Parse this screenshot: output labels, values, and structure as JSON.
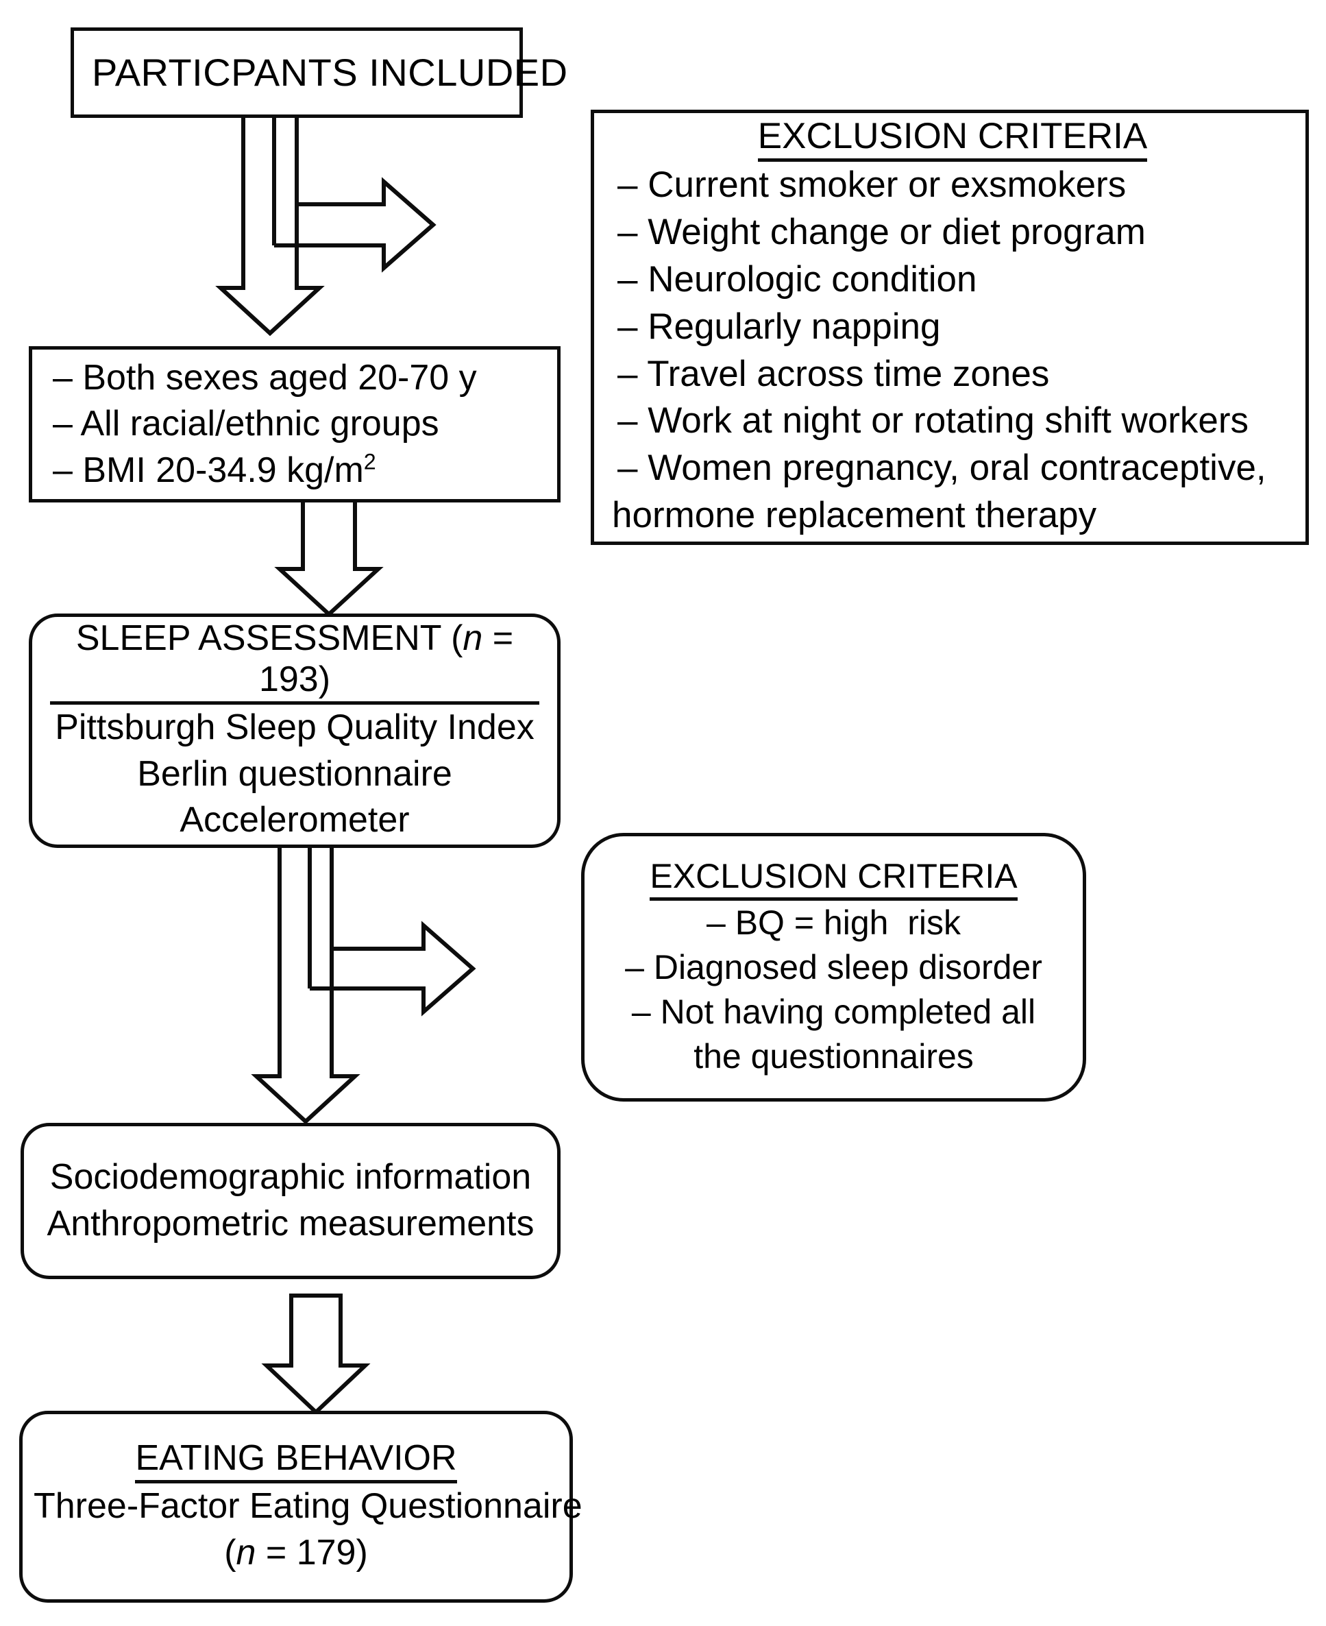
{
  "diagram": {
    "title": "Study participant flow diagram",
    "colors": {
      "stroke": "#0d0d0d",
      "fill": "#ffffff",
      "text": "#000000"
    }
  },
  "nodes": {
    "participants": {
      "label": "PARTICPANTS INCLUDED"
    },
    "inclusion_criteria": {
      "items": [
        "– Both sexes aged 20-70 y",
        "– All racial/ethnic groups",
        "– BMI 20-34.9 kg/m"
      ],
      "bmi_superscript": "2"
    },
    "exclusion_criteria_1": {
      "heading": "EXCLUSION CRITERIA",
      "items": [
        "– Current smoker or exsmokers",
        "– Weight change or diet program",
        "– Neurologic condition",
        "– Regularly napping",
        "– Travel across time zones",
        "– Work at night or rotating shift workers",
        "– Women pregnancy, oral contraceptive,",
        "hormone replacement therapy"
      ]
    },
    "sleep_assessment": {
      "heading_main": "SLEEP ASSESSMENT (",
      "heading_italic_n": "n",
      "heading_tail": " = 193)",
      "items": [
        "Pittsburgh Sleep Quality Index",
        "Berlin questionnaire",
        "Accelerometer"
      ]
    },
    "exclusion_criteria_2": {
      "heading": "EXCLUSION CRITERIA",
      "items": [
        "– BQ = high  risk",
        "– Diagnosed sleep disorder",
        "– Not having completed all",
        "the questionnaires"
      ]
    },
    "measurements": {
      "items": [
        "Sociodemographic information",
        "Anthropometric measurements"
      ]
    },
    "eating_behavior": {
      "heading": "EATING BEHAVIOR",
      "line_1": "Three-Factor Eating Questionnaire",
      "line_2_open": "(",
      "line_2_italic_n": "n",
      "line_2_tail": " = 179)"
    }
  },
  "connectors": [
    {
      "name": "bent-arrow-participants-to-exclusion",
      "kind": "bent-down-right"
    },
    {
      "name": "down-arrow-inclusion-to-sleep",
      "kind": "down"
    },
    {
      "name": "bent-arrow-sleep-to-exclusion2",
      "kind": "bent-down-right"
    },
    {
      "name": "down-arrow-measurements-to-eating",
      "kind": "down"
    }
  ]
}
